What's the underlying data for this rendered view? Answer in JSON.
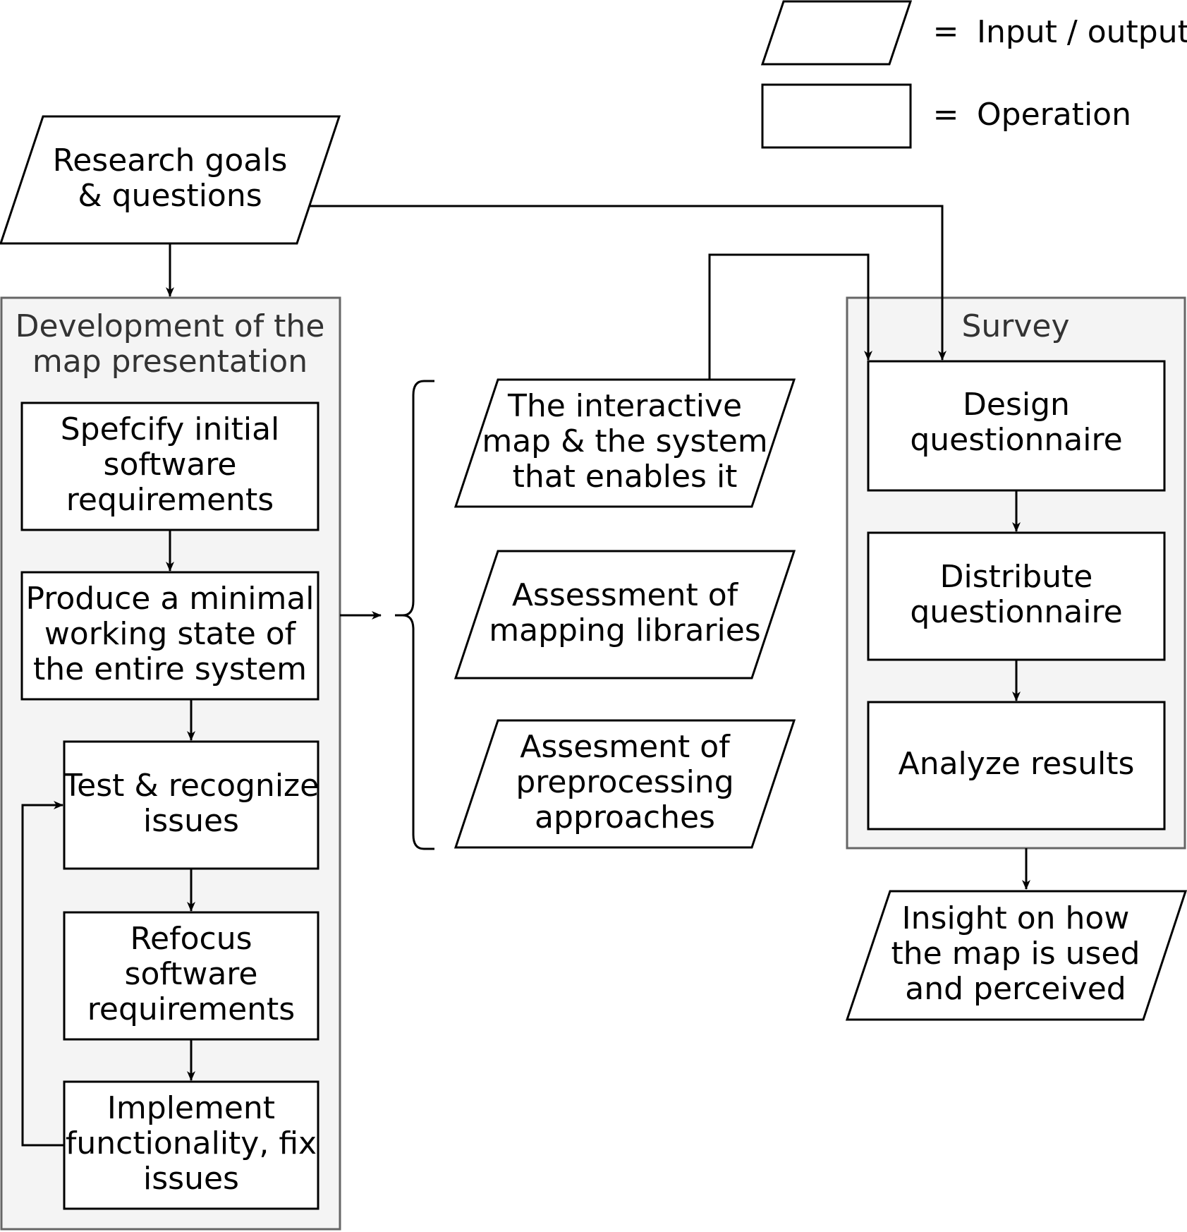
{
  "legend": {
    "equals": "=",
    "input_output": "Input / output",
    "operation": "Operation"
  },
  "research": [
    "Research goals",
    "& questions"
  ],
  "development": {
    "title": [
      "Development of the",
      "map presentation"
    ],
    "steps": [
      [
        "Spefcify initial",
        "software",
        "requirements"
      ],
      [
        "Produce a minimal",
        "working state of",
        "the entire system"
      ],
      [
        "Test & recognize",
        "issues"
      ],
      [
        "Refocus",
        "software",
        "requirements"
      ],
      [
        "Implement",
        "functionality, fix",
        "issues"
      ]
    ]
  },
  "outputs": [
    [
      "The interactive",
      "map & the system",
      "that enables it"
    ],
    [
      "Assessment of",
      "mapping libraries"
    ],
    [
      "Assesment of",
      "preprocessing",
      "approaches"
    ]
  ],
  "survey": {
    "title": "Survey",
    "steps": [
      [
        "Design",
        "questionnaire"
      ],
      [
        "Distribute",
        "questionnaire"
      ],
      [
        "Analyze results"
      ]
    ]
  },
  "insight": [
    "Insight on how",
    "the map is used",
    "and perceived"
  ]
}
